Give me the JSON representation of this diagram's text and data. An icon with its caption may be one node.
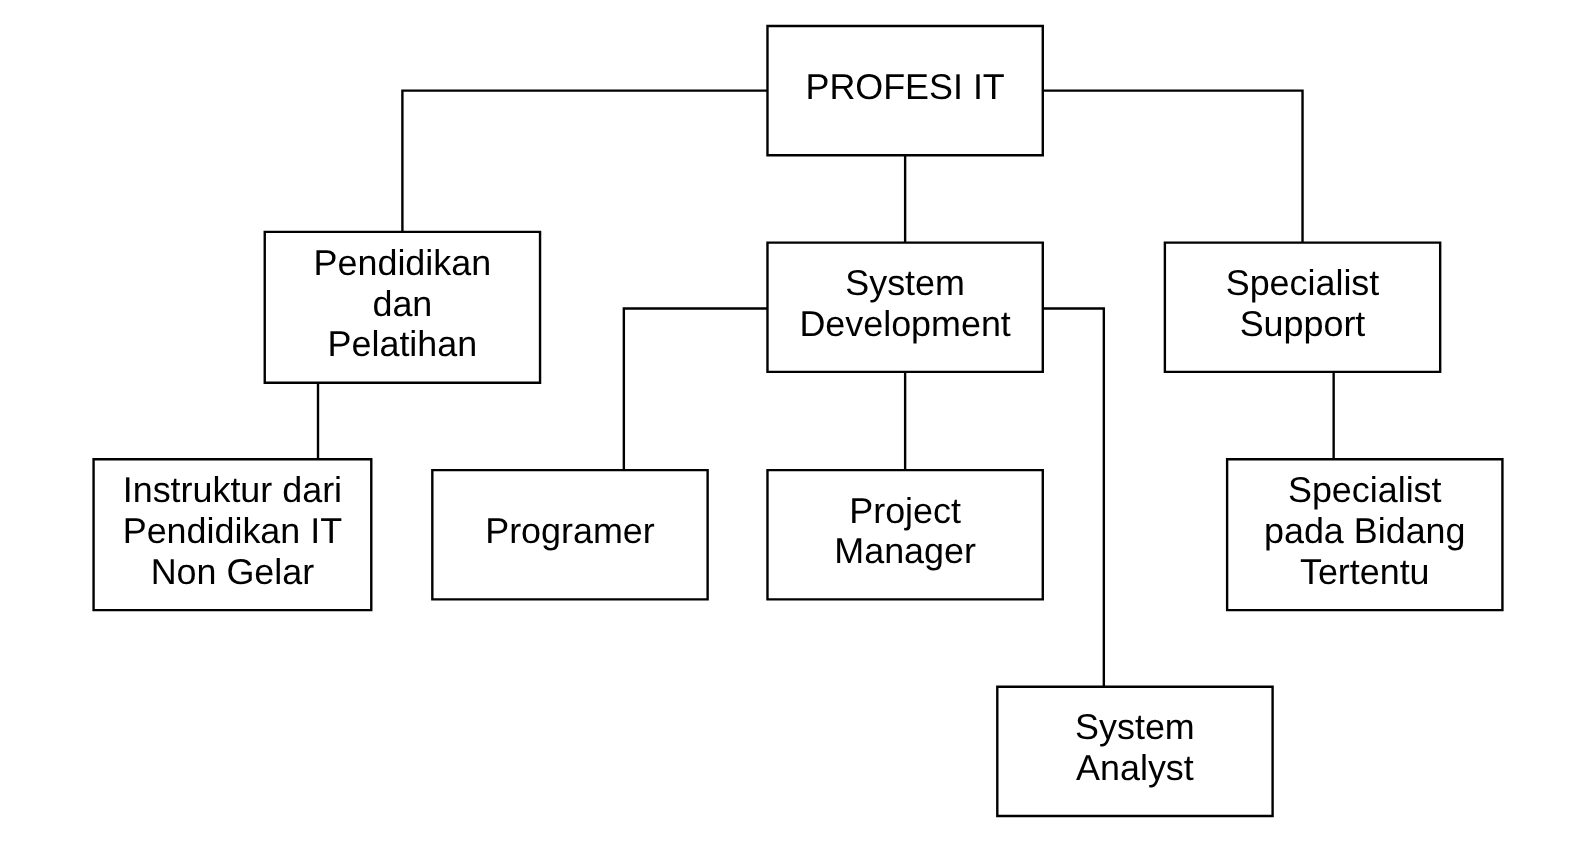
{
  "diagram": {
    "nodes": [
      {
        "text": [
          "PROFESI IT"
        ]
      },
      {
        "text": [
          "Pendidikan dan Pelatihan"
        ]
      },
      {
        "text": [
          "System Development"
        ]
      },
      {
        "text": [
          "Specialist Support"
        ]
      },
      {
        "text": [
          "Instruktur dari Pendidikan IT Non Gelar"
        ]
      },
      {
        "text": [
          "Programer"
        ]
      },
      {
        "text": [
          "Project Manager"
        ]
      },
      {
        "text": [
          "System Analyst"
        ]
      },
      {
        "text": [
          "Specialist pada Bidang Tertentu"
        ]
      }
    ],
    "edges": [
      {
        "from": 0,
        "to": 1,
        "arrow": "none"
      },
      {
        "from": 0,
        "to": 2,
        "arrow": "none"
      },
      {
        "from": 0,
        "to": 3,
        "arrow": "none"
      },
      {
        "from": 1,
        "to": 4,
        "arrow": "none"
      },
      {
        "from": 2,
        "to": 5,
        "arrow": "none"
      },
      {
        "from": 2,
        "to": 6,
        "arrow": "none"
      },
      {
        "from": 2,
        "to": 7,
        "arrow": "none"
      },
      {
        "from": 3,
        "to": 8,
        "arrow": "none"
      }
    ]
  }
}
